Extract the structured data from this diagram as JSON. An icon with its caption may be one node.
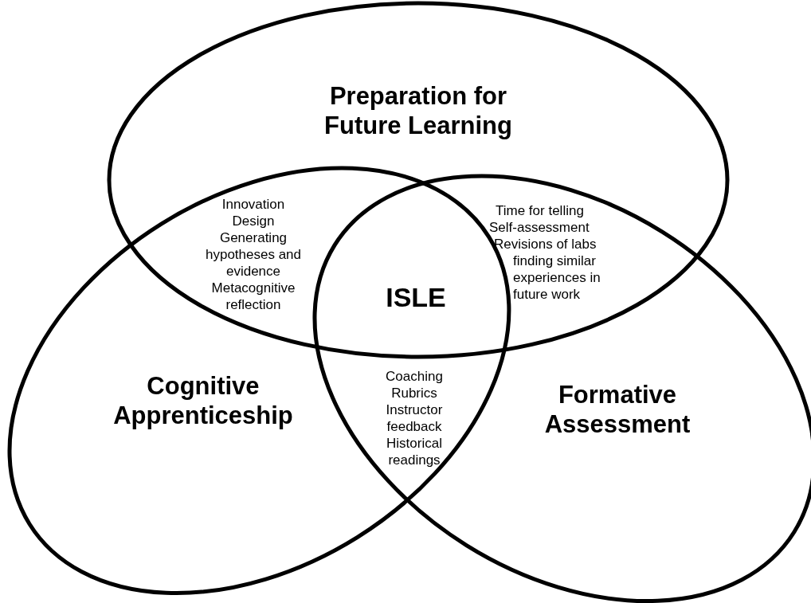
{
  "diagram": {
    "nodes": [
      {
        "text": [
          "Preparation for Future Learning"
        ]
      },
      {
        "text": [
          "Cognitive Apprenticeship"
        ]
      },
      {
        "text": [
          "Formative Assessment"
        ]
      }
    ],
    "labels": [
      "Innovation",
      "Design",
      "Generating hypotheses and evidence",
      "Metacognitive reflection",
      "Time for telling",
      "Self-assessment",
      "Revisions of labs",
      "finding similar experiences in future work",
      "ISLE",
      "Coaching",
      "Rubrics",
      "Instructor feedback",
      "Historical readings"
    ]
  }
}
